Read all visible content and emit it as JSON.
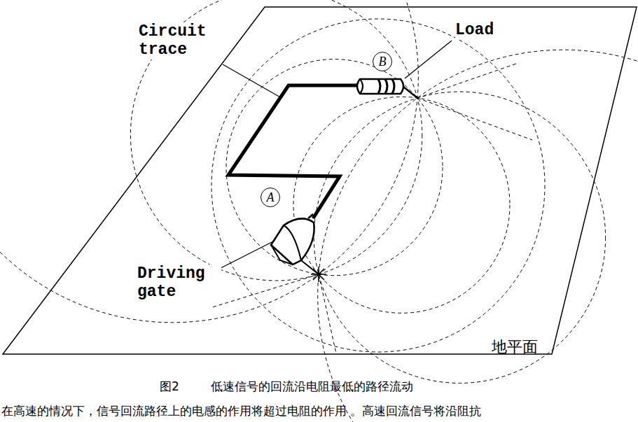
{
  "diagram": {
    "caption": "图2 低速信号的回流沿电阻最低的路径流动",
    "nodes": [
      {
        "text": [
          "B"
        ]
      },
      {
        "text": [
          "A"
        ]
      }
    ],
    "labels": [
      "Circuit trace",
      "Load",
      "Driving gate",
      "地平面",
      "在高速的情况下，信号回流路径上的电感的作用将超过电阻的作用 。高速回流信号将沿阻抗"
    ]
  }
}
